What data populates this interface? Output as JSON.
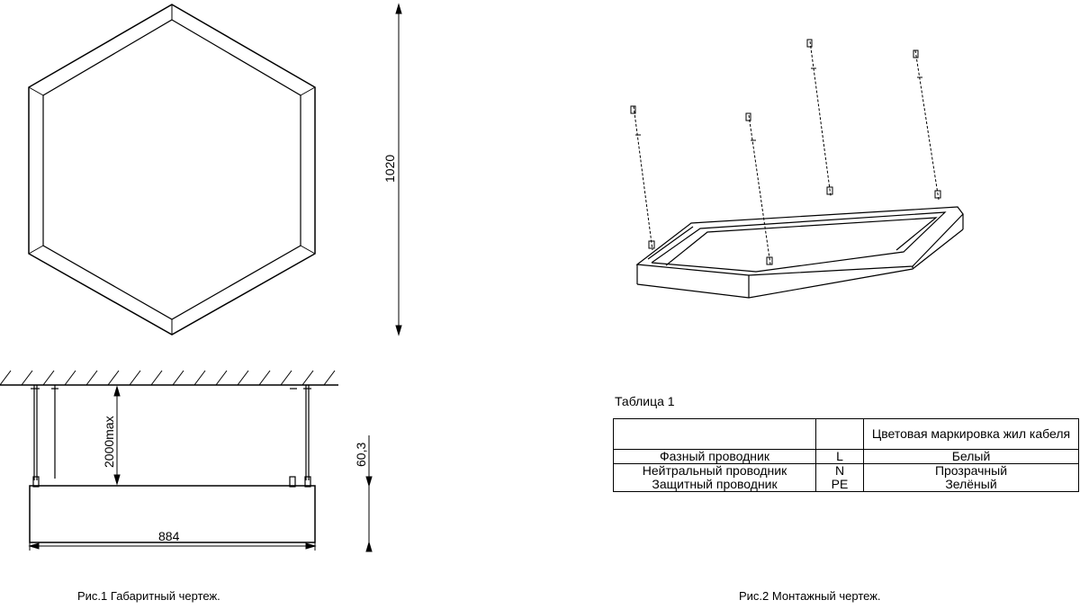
{
  "fig1": {
    "height_dim": "1020",
    "suspension_dim": "2000max",
    "body_height_dim": "60,3",
    "width_dim": "884",
    "caption": "Рис.1 Габаритный чертеж."
  },
  "fig2": {
    "caption": "Рис.2 Монтажный чертеж."
  },
  "table": {
    "title": "Таблица 1",
    "header": [
      "",
      "",
      "Цветовая маркировка жил кабеля"
    ],
    "rows": [
      {
        "name": "Фазный проводник",
        "code": "L",
        "color": "Белый"
      },
      {
        "name": "Нейтральный проводник",
        "code": "N",
        "color": "Прозрачный"
      },
      {
        "name": "Защитный проводник",
        "code": "PE",
        "color": "Зелёный"
      }
    ]
  }
}
